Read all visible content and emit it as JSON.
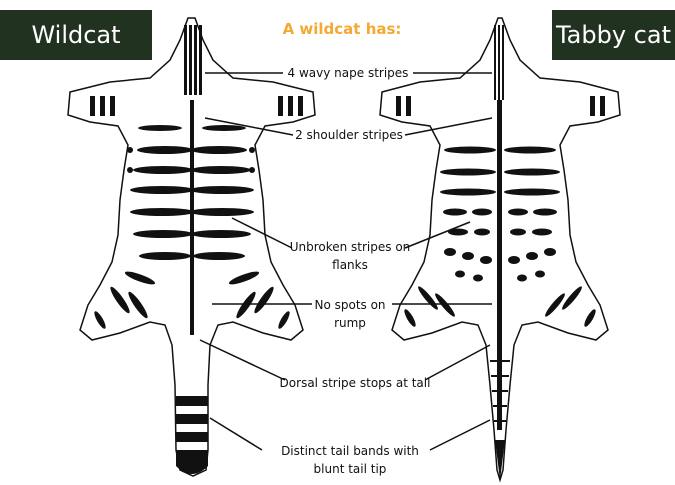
{
  "badges": {
    "left": "Wildcat",
    "right": "Tabby cat"
  },
  "heading": "A wildcat has:",
  "labels": {
    "nape": "4 wavy nape stripes",
    "shoulder": "2 shoulder stripes",
    "flanks_1": "Unbroken stripes on",
    "flanks_2": "flanks",
    "rump_1": "No spots on",
    "rump_2": "rump",
    "dorsal": "Dorsal stripe stops at tail",
    "tail_1": "Distinct tail bands with",
    "tail_2": "blunt tail tip"
  },
  "colors": {
    "badge_bg": "#223221",
    "heading": "#f4a933",
    "ink": "#111111",
    "pelt": "#ffffff"
  }
}
